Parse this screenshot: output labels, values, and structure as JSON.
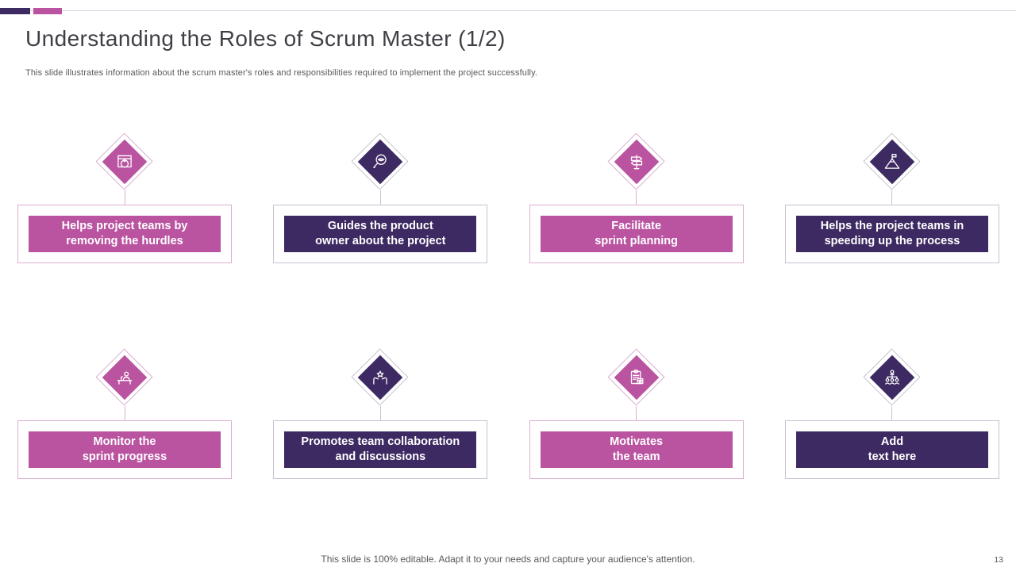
{
  "slide": {
    "title": "Understanding the Roles of Scrum Master (1/2)",
    "subtitle": "This slide illustrates information about the scrum master's roles and responsibilities required to implement the project successfully.",
    "footer": "This slide is 100% editable. Adapt it to your needs and capture your audience's attention.",
    "page_number": "13"
  },
  "colors": {
    "accent-pink": "#ba54a1",
    "accent-purple": "#3d2a62",
    "ring-pink": "#dcaed2",
    "ring-gray": "#c7c2d2",
    "title-color": "#3f3f46",
    "muted-color": "#595959",
    "divider-color": "#d9d2e2"
  },
  "roles": [
    {
      "line1": "Helps project teams by",
      "line2": "removing the hurdles",
      "theme": "pink",
      "icon": "wrecking-ball-icon"
    },
    {
      "line1": "Guides the product",
      "line2": "owner about the project",
      "theme": "purple",
      "icon": "magnifier-eye-icon"
    },
    {
      "line1": "Facilitate",
      "line2": "sprint planning",
      "theme": "pink",
      "icon": "signpost-icon"
    },
    {
      "line1": "Helps the project teams in",
      "line2": "speeding up the process",
      "theme": "purple",
      "icon": "mountain-flag-icon"
    },
    {
      "line1": "Monitor the",
      "line2": "sprint progress",
      "theme": "pink",
      "icon": "person-at-desk-icon"
    },
    {
      "line1": "Promotes team collaboration",
      "line2": "and discussions",
      "theme": "purple",
      "icon": "hands-holding-star-icon"
    },
    {
      "line1": "Motivates",
      "line2": "the team",
      "theme": "pink",
      "icon": "clipboard-checklist-icon"
    },
    {
      "line1": "Add",
      "line2": "text here",
      "theme": "purple",
      "icon": "org-chart-icon"
    }
  ]
}
